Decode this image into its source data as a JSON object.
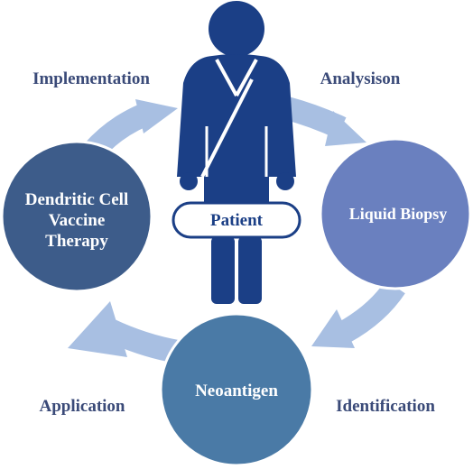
{
  "colors": {
    "arrow": "#a8bfe2",
    "patient": "#1b3f86",
    "dendritic": "#3d5c8a",
    "liquid": "#6a80bf",
    "neoantigen": "#4a7aa6",
    "step_text": "#3a4a78"
  },
  "patient": {
    "icon": "person-icon",
    "label": "Patient"
  },
  "nodes": {
    "dendritic": {
      "line1": "Dendritic Cell",
      "line2": "Vaccine",
      "line3": "Therapy"
    },
    "liquid": {
      "label": "Liquid Biopsy"
    },
    "neoantigen": {
      "label": "Neoantigen"
    }
  },
  "steps": {
    "implementation": "Implementation",
    "analysis": "Analysison",
    "identification": "Identification",
    "application": "Application"
  }
}
